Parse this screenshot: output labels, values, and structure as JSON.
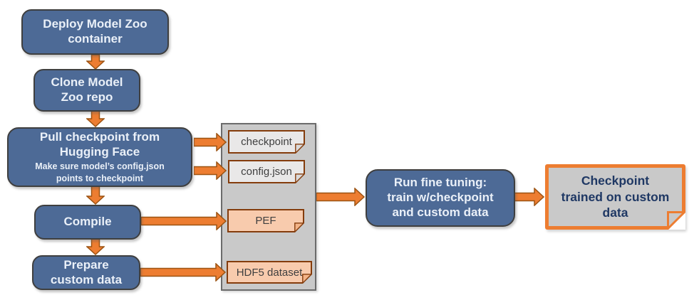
{
  "flow": {
    "steps": [
      {
        "id": "deploy",
        "label": "Deploy Model Zoo\ncontainer"
      },
      {
        "id": "clone",
        "label": "Clone Model\nZoo repo"
      },
      {
        "id": "pull",
        "label": "Pull checkpoint from\nHugging Face",
        "note": "Make sure model’s config.json\npoints to checkpoint"
      },
      {
        "id": "compile",
        "label": "Compile"
      },
      {
        "id": "prepare",
        "label": "Prepare\ncustom data"
      }
    ],
    "artifacts": [
      {
        "id": "checkpoint",
        "label": "checkpoint",
        "variant": "gray"
      },
      {
        "id": "config",
        "label": "config.json",
        "variant": "gray"
      },
      {
        "id": "pef",
        "label": "PEF",
        "variant": "peach"
      },
      {
        "id": "hdf5",
        "label": "HDF5 dataset",
        "variant": "peach"
      }
    ],
    "run_step": {
      "label": "Run fine tuning:\ntrain w/checkpoint\nand custom data"
    },
    "output": {
      "label": "Checkpoint\ntrained on custom\ndata"
    }
  },
  "colors": {
    "node_fill": "#4D6A96",
    "node_border": "#3F3F3F",
    "node_text": "#EAF0F8",
    "arrow_fill": "#ED7D31",
    "arrow_stroke": "#9C5312",
    "doc_border": "#843C0C",
    "doc_gray_fill": "#E9E8E8",
    "doc_peach_fill": "#F8CBAD",
    "doc_text": "#3F3F3F",
    "container_fill": "#C9C9C9",
    "container_border": "#6B6B6B",
    "output_fill": "#C9C9C9",
    "output_border": "#ED7D31",
    "output_text": "#1F3864"
  }
}
